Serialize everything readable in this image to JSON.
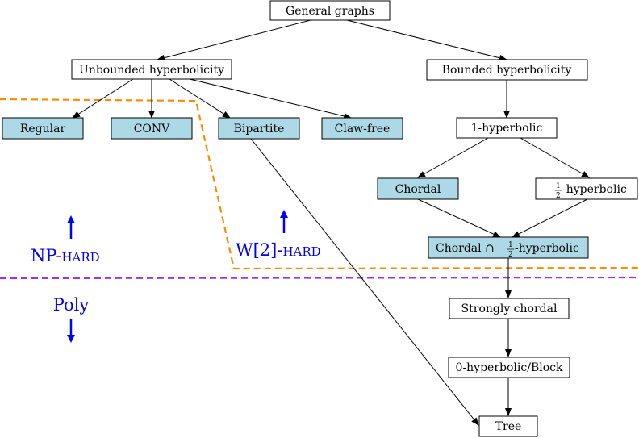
{
  "nodes": {
    "general": "General graphs",
    "unbounded": "Unbounded hyperbolicity",
    "bounded": "Bounded hyperbolicity",
    "regular": "Regular",
    "conv": "CONV",
    "bipartite": "Bipartite",
    "clawfree": "Claw-free",
    "one_hyp": "1-hyperbolic",
    "chordal": "Chordal",
    "half_hyp_suffix": "-hyperbolic",
    "chordal_half_prefix": "Chordal ∩ ",
    "chordal_half_suffix": "-hyperbolic",
    "strongly": "Strongly chordal",
    "zero_hyp": "0-hyperbolic/Block",
    "tree": "Tree"
  },
  "fraction": {
    "numerator": "1",
    "denominator": "2"
  },
  "regions": {
    "np_hard_prefix": "NP-",
    "np_hard_suffix": "HARD",
    "w2_hard_prefix": "W[2]-",
    "w2_hard_suffix": "HARD",
    "poly": "Poly"
  },
  "colors": {
    "hard_fill": "#add8e6",
    "np_boundary": "#ff8c00",
    "poly_boundary": "#9933ee",
    "region_text": "#0000ff"
  }
}
